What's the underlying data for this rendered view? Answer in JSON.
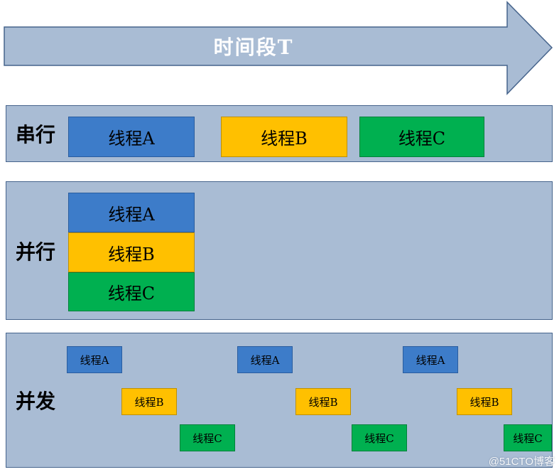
{
  "arrow": {
    "label": "时间段T"
  },
  "panels": {
    "serial": {
      "label": "串行",
      "threads": [
        {
          "name": "线程A",
          "color": "#3D7CC9"
        },
        {
          "name": "线程B",
          "color": "#FFC000"
        },
        {
          "name": "线程C",
          "color": "#00B050"
        }
      ]
    },
    "parallel": {
      "label": "并行",
      "threads": [
        {
          "name": "线程A",
          "color": "#3D7CC9"
        },
        {
          "name": "线程B",
          "color": "#FFC000"
        },
        {
          "name": "线程C",
          "color": "#00B050"
        }
      ]
    },
    "concurrent": {
      "label": "并发",
      "threads": [
        {
          "name": "线程A",
          "color": "#3D7CC9"
        },
        {
          "name": "线程B",
          "color": "#FFC000"
        },
        {
          "name": "线程C",
          "color": "#00B050"
        },
        {
          "name": "线程A",
          "color": "#3D7CC9"
        },
        {
          "name": "线程B",
          "color": "#FFC000"
        },
        {
          "name": "线程C",
          "color": "#00B050"
        },
        {
          "name": "线程A",
          "color": "#3D7CC9"
        },
        {
          "name": "线程B",
          "color": "#FFC000"
        },
        {
          "name": "线程C",
          "color": "#00B050"
        }
      ]
    }
  },
  "watermark": "@51CTO博客",
  "colors": {
    "panel_bg": "#A9BCD4",
    "panel_border": "#46648C",
    "thread_blue": "#3D7CC9",
    "thread_blue_border": "#2A5D9F",
    "thread_yellow": "#FFC000",
    "thread_yellow_border": "#BF9000",
    "thread_green": "#00B050",
    "thread_green_border": "#00813A",
    "arrow_text": "#FFFFFF",
    "label_text": "#000000"
  }
}
